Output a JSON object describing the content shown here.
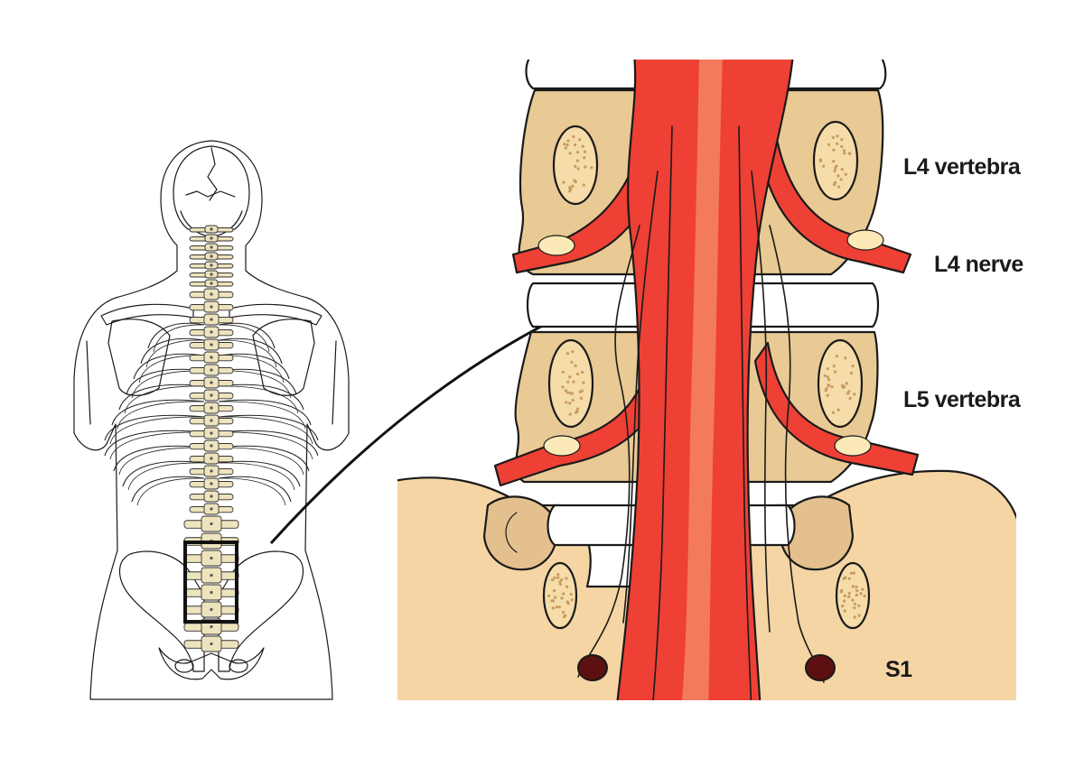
{
  "labels": {
    "l4_vertebra": "L4 vertebra",
    "l4_nerve": "L4 nerve",
    "l5_vertebra": "L5 vertebra",
    "s1": "S1"
  },
  "colors": {
    "bone": "#e7c99a",
    "bone_light": "#f5dca8",
    "marrow": "#e9cfa0",
    "disc": "#ffffff",
    "nerve": "#ee4035",
    "nerve_highlight": "#f47a5e",
    "nerve_hole": "#5c1010",
    "skeleton_fill": "#ede3bd",
    "pelvis_fill": "#ece2bb",
    "outline": "#1a1a1a"
  },
  "icons": {
    "arrow": "pointer-arrow-icon",
    "focus_box": "highlight-box"
  }
}
